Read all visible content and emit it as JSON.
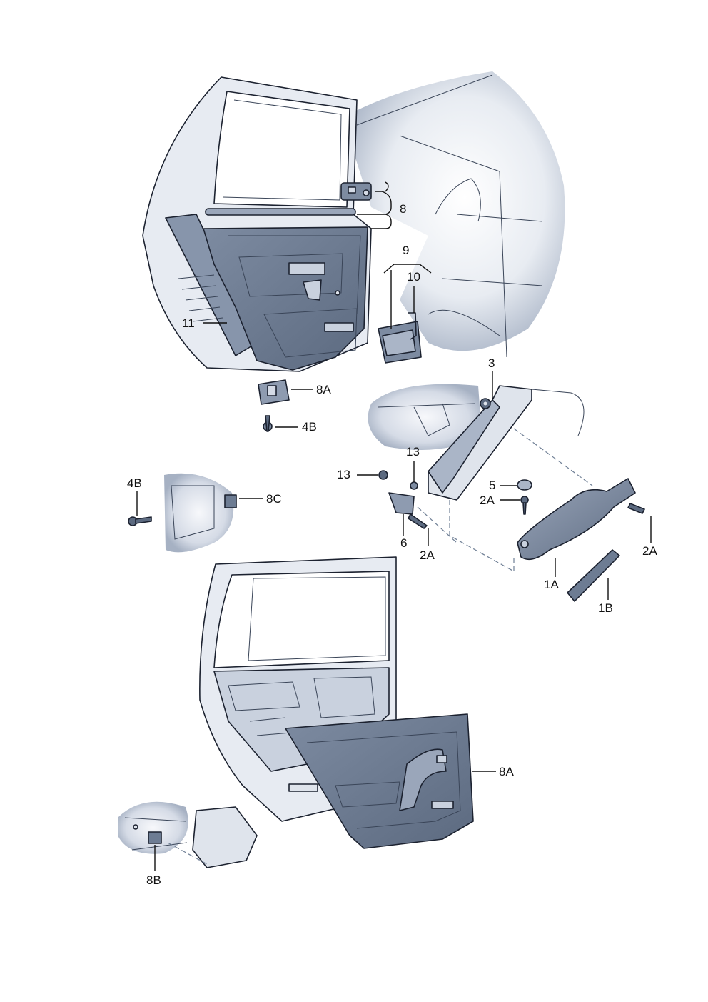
{
  "labels": {
    "l8_top": "8",
    "l9": "9",
    "l10": "10",
    "l11": "11",
    "l8a_top": "8A",
    "l4b_top": "4B",
    "l3": "3",
    "l13_a": "13",
    "l13_b": "13",
    "l5": "5",
    "l2a_a": "2A",
    "l4b_left": "4B",
    "l8c": "8C",
    "l6": "6",
    "l2a_b": "2A",
    "l2a_c": "2A",
    "l1a": "1A",
    "l1b": "1B",
    "l8a_bottom": "8A",
    "l8b": "8B"
  },
  "colors": {
    "panel_dark": "#6d7c93",
    "panel_mid": "#8e9bb0",
    "panel_light": "#c9d1de",
    "body_pale": "#e6eaf1",
    "shadow": "#9aa6b9",
    "line": "#1c2230"
  }
}
